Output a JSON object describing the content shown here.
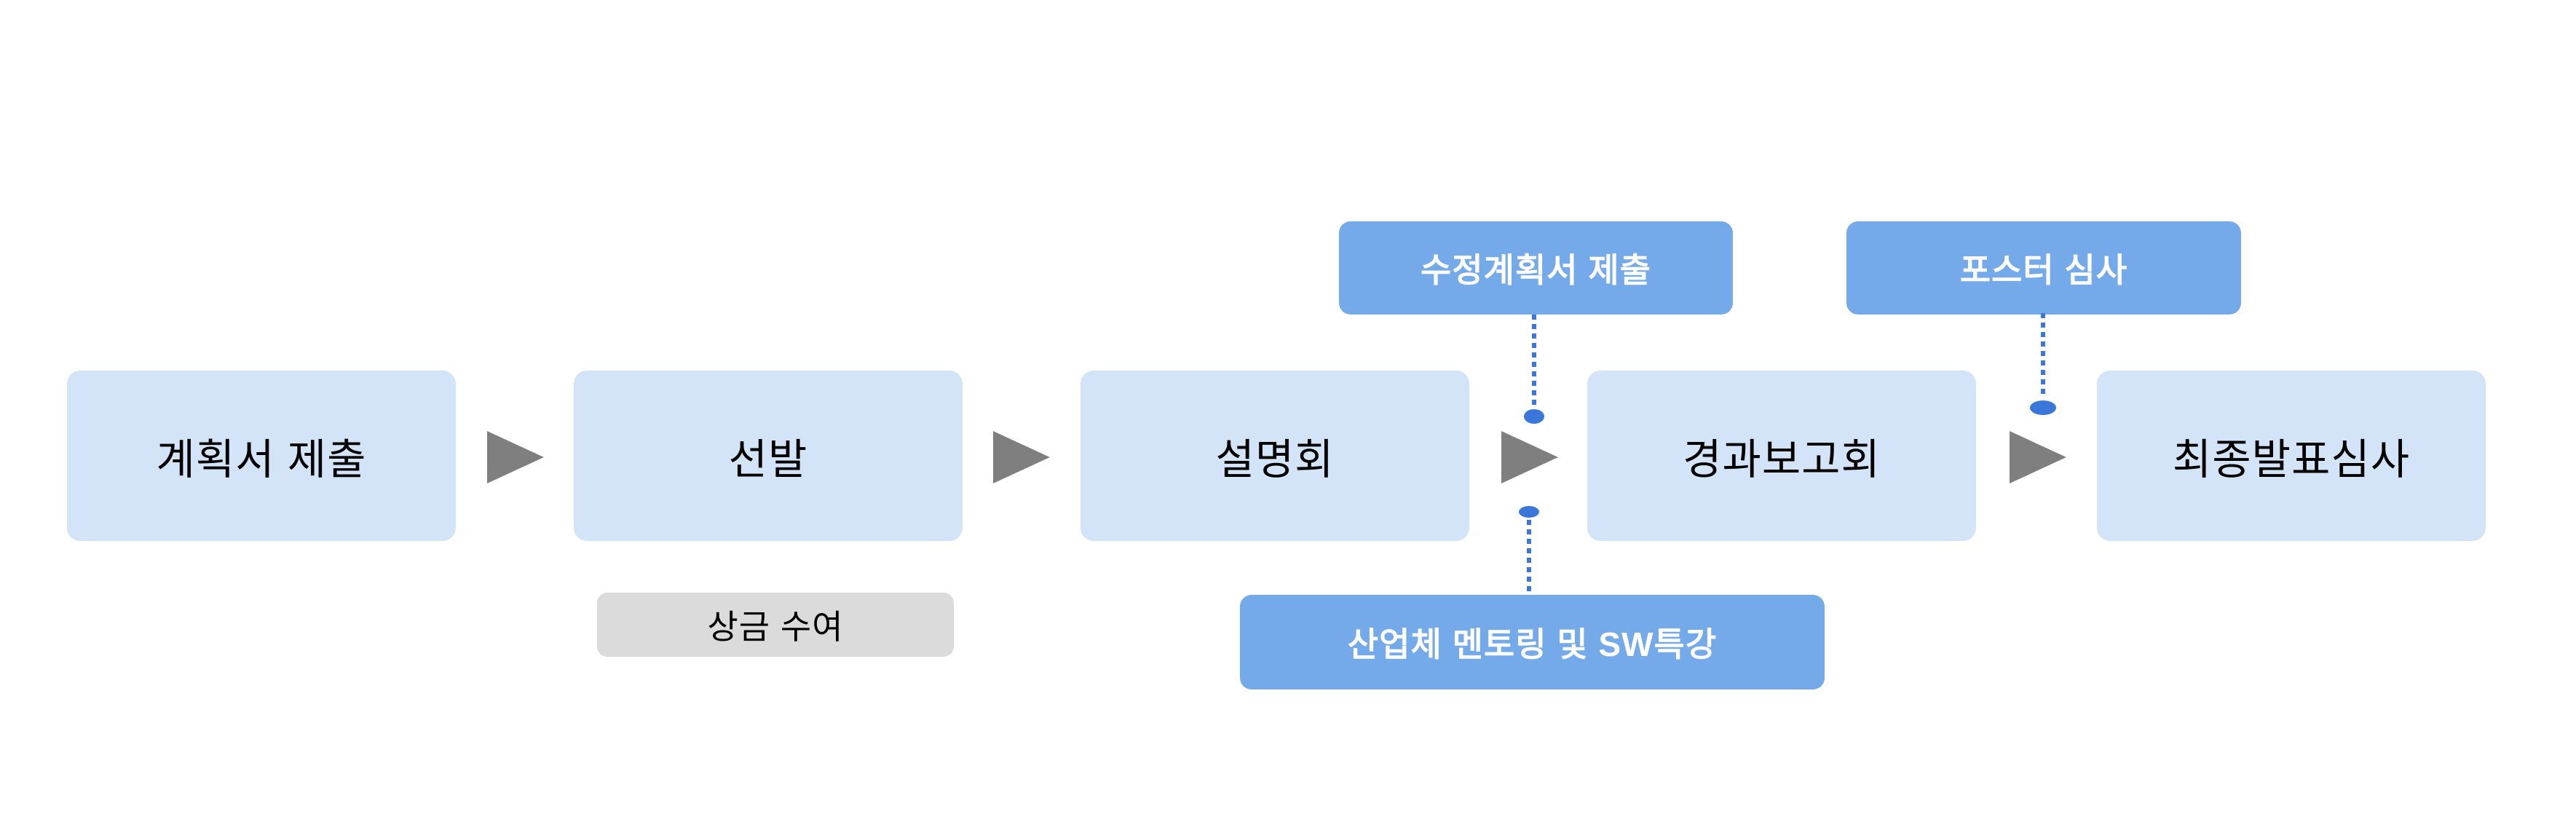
{
  "diagram": {
    "stages": [
      {
        "label": "계획서 제출"
      },
      {
        "label": "선발"
      },
      {
        "label": "설명회"
      },
      {
        "label": "경과보고회"
      },
      {
        "label": "최종발표심사"
      }
    ],
    "callouts": {
      "top": [
        {
          "label": "수정계획서 제출"
        },
        {
          "label": "포스터 심사"
        }
      ],
      "bottom": [
        {
          "label": "산업체 멘토링 및 SW특강"
        }
      ]
    },
    "badge": {
      "label": "상금 수여"
    }
  },
  "colors": {
    "background": "#ffffff",
    "stage-fill": "#d3e3f8",
    "stage-text": "#000000",
    "callout-fill": "#74a9ea",
    "callout-text": "#ffffff",
    "badge-fill": "#dbdbdb",
    "badge-text": "#000000",
    "arrow": "#7f7f7f",
    "connector": "#3b76db"
  }
}
